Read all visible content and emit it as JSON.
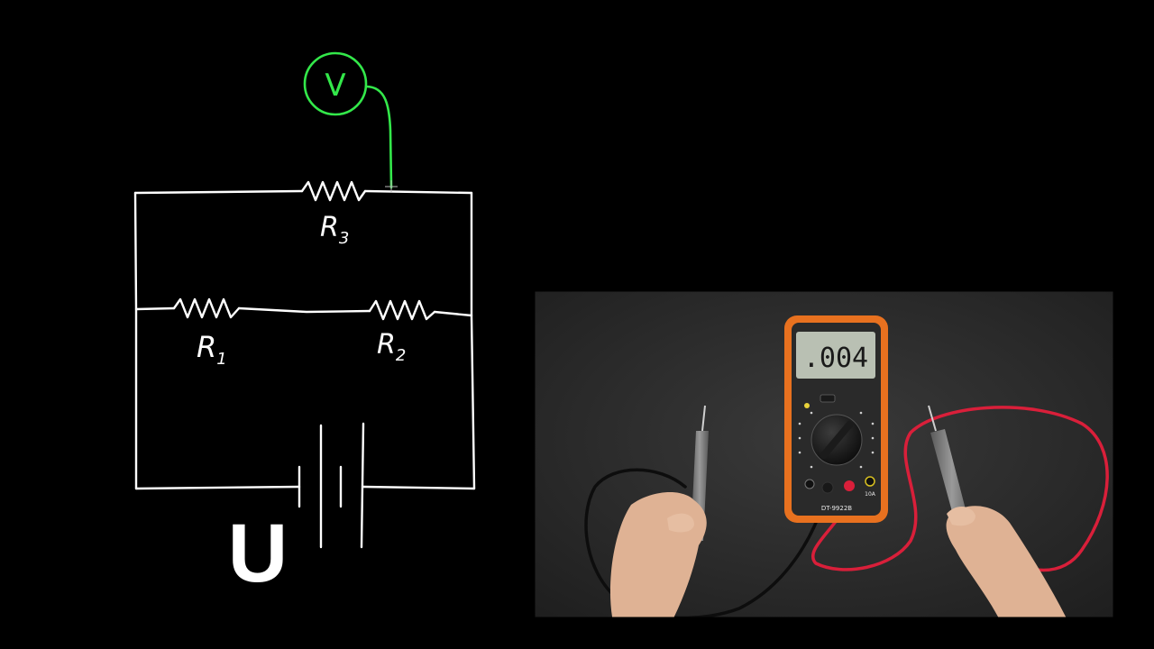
{
  "diagram": {
    "voltmeter_symbol": "V",
    "resistors": [
      {
        "id": "r3",
        "label": "R",
        "sub": "3"
      },
      {
        "id": "r1",
        "label": "R",
        "sub": "1"
      },
      {
        "id": "r2",
        "label": "R",
        "sub": "2"
      }
    ],
    "source_label": "U",
    "colors": {
      "wire": "#ffffff",
      "voltmeter": "#33e84a",
      "background": "#000000"
    }
  },
  "photo": {
    "multimeter_reading": ".004",
    "model_text": "DT-9922B",
    "terminal_label": "10A",
    "colors": {
      "table": "#2b2b2b",
      "meter_body": "#e8711f",
      "lead_red": "#d91f3a",
      "lead_black": "#111111",
      "skin": "#e2b59a"
    }
  }
}
